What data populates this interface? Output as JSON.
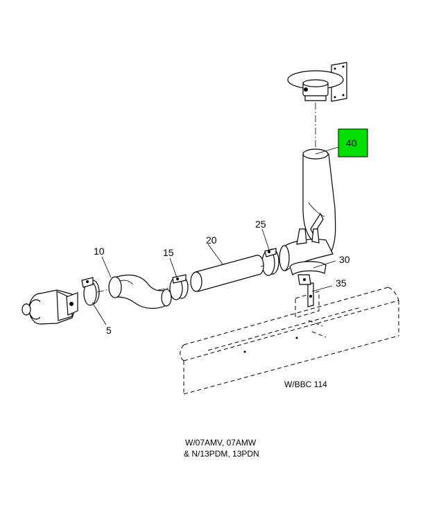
{
  "callouts": {
    "c5": "5",
    "c10": "10",
    "c15": "15",
    "c20": "20",
    "c25": "25",
    "c30": "30",
    "c35": "35",
    "c40": "40"
  },
  "highlight": {
    "callout": "40",
    "color": "#00e000"
  },
  "captions": {
    "bbc": "W/BBC 114",
    "line1": "W/07AMV, 07AMW",
    "line2": "& N/13PDM, 13PDN"
  }
}
